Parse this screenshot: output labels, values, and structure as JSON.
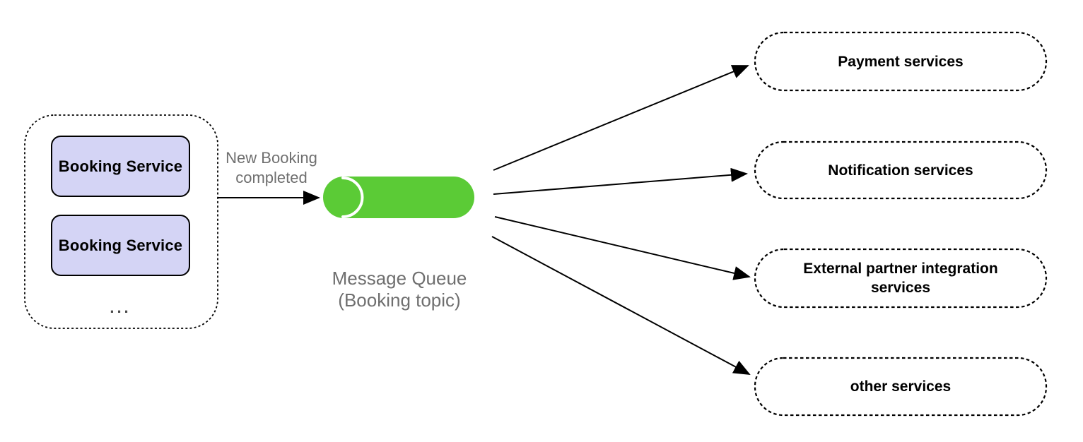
{
  "colors": {
    "queue_green": "#5BCB36",
    "service_fill": "#D4D4F5",
    "label_gray": "#6F6F6F",
    "line_black": "#000000"
  },
  "producers": {
    "services": [
      {
        "label": "Booking Service"
      },
      {
        "label": "Booking Service"
      }
    ],
    "more_indicator": "..."
  },
  "event_arrow": {
    "label": "New Booking\ncompleted"
  },
  "queue": {
    "label": "Message Queue\n(Booking topic)"
  },
  "consumers": [
    {
      "label": "Payment services"
    },
    {
      "label": "Notification services"
    },
    {
      "label": "External partner integration services"
    },
    {
      "label": "other services"
    }
  ]
}
